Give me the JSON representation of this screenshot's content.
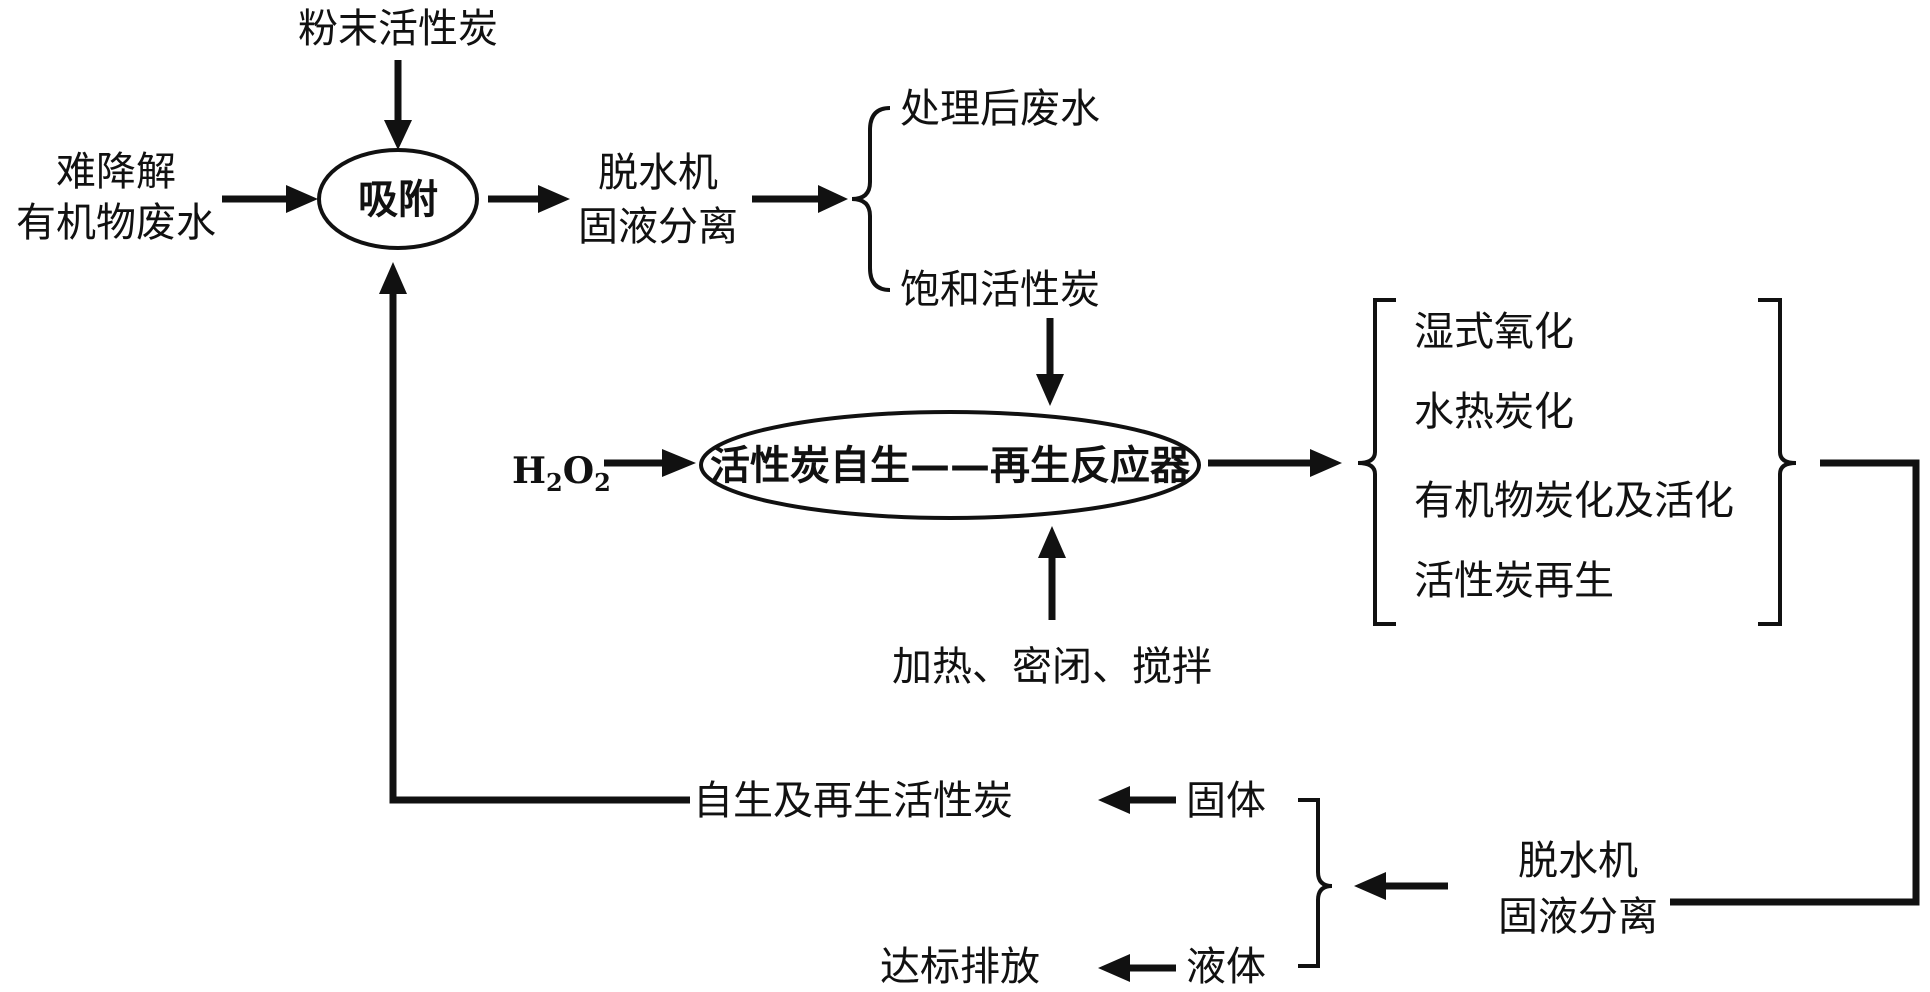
{
  "nodes": {
    "powder_carbon": "粉末活性炭",
    "wastewater_line1": "难降解",
    "wastewater_line2": "有机物废水",
    "adsorption": "吸附",
    "dewater1_line1": "脱水机",
    "dewater1_line2": "固液分离",
    "treated_water": "处理后废水",
    "saturated_carbon": "饱和活性炭",
    "h2o2_main": "H",
    "h2o2_sub1": "2",
    "h2o2_mid": "O",
    "h2o2_sub2": "2",
    "reactor": "活性炭自生——再生反应器",
    "conditions": "加热、密闭、搅拌",
    "process_1": "湿式氧化",
    "process_2": "水热炭化",
    "process_3": "有机物炭化及活化",
    "process_4": "活性炭再生",
    "dewater2_line1": "脱水机",
    "dewater2_line2": "固液分离",
    "solid": "固体",
    "liquid": "液体",
    "regenerated_carbon": "自生及再生活性炭",
    "discharge": "达标排放"
  }
}
